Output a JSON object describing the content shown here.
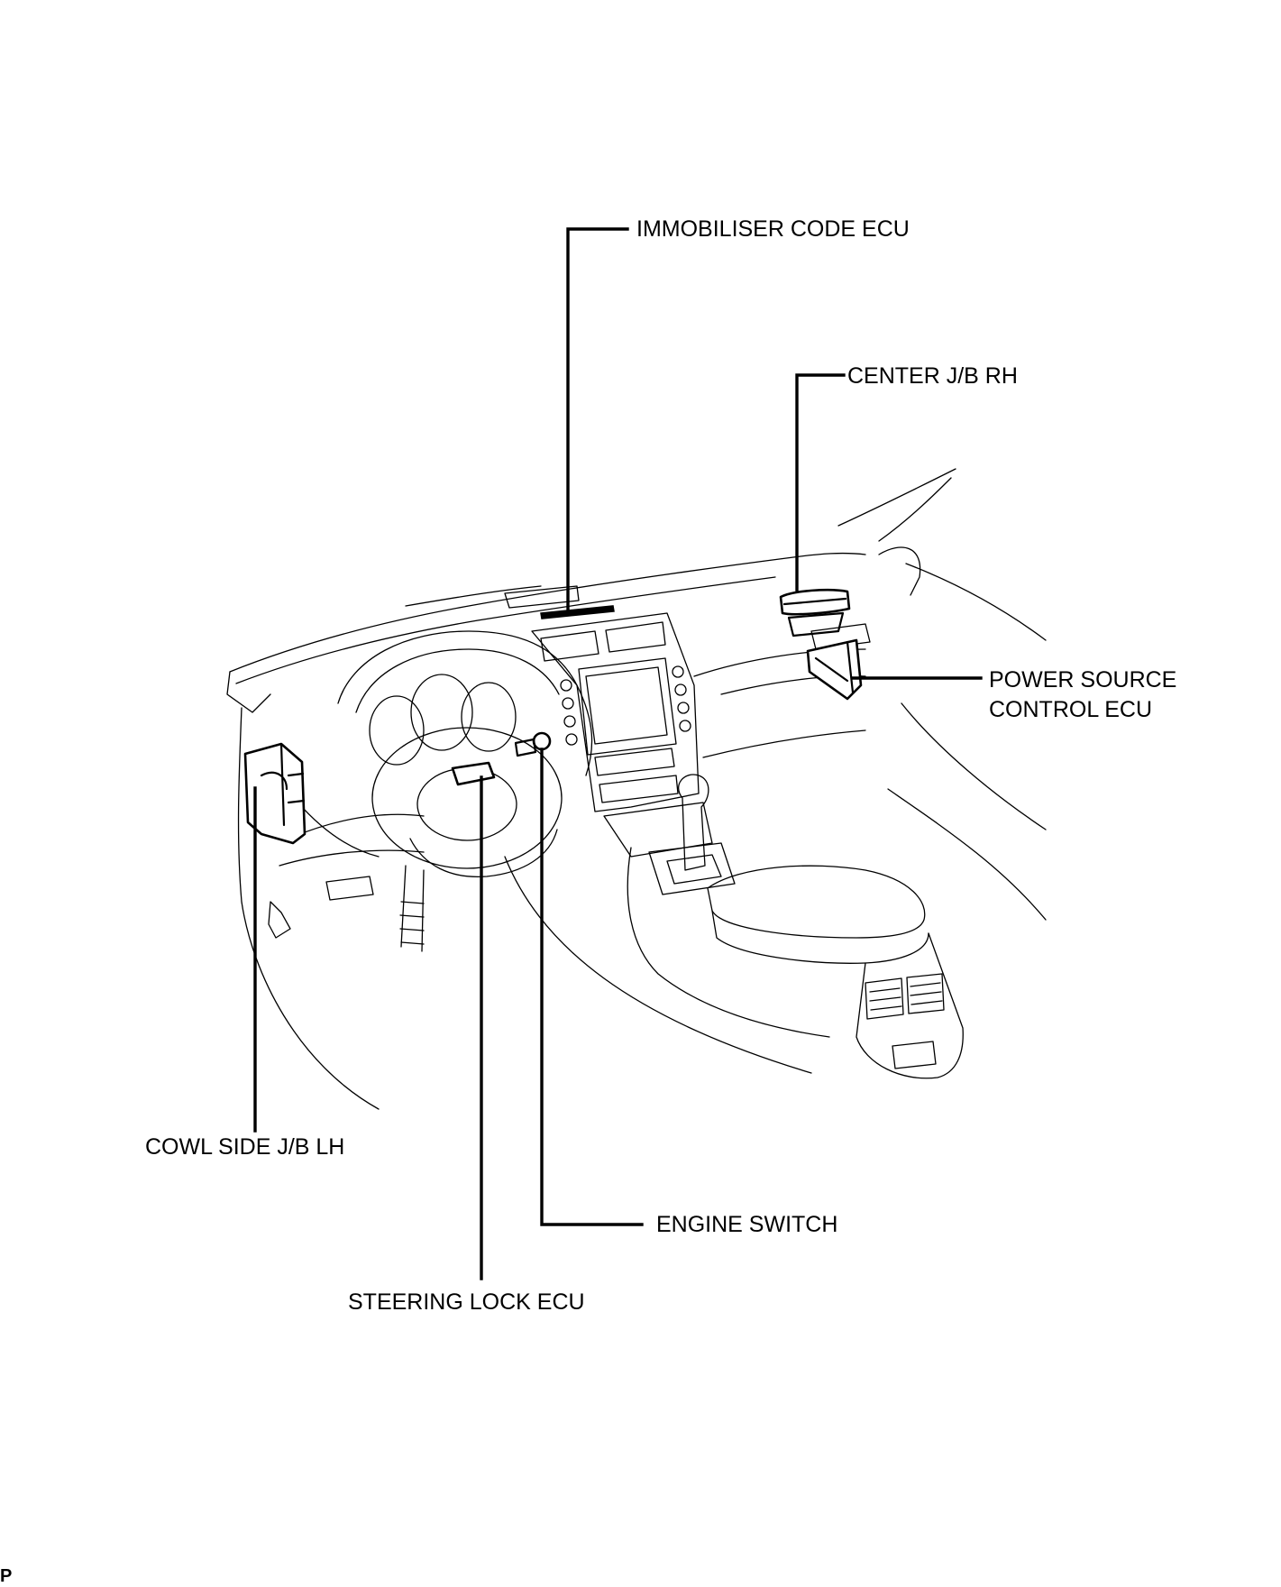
{
  "diagram": {
    "labels": {
      "immobiliser_code_ecu": "IMMOBILISER CODE ECU",
      "center_jb_rh": "CENTER J/B RH",
      "power_source_control_ecu_line1": "POWER SOURCE",
      "power_source_control_ecu_line2": "CONTROL ECU",
      "cowl_side_jb_lh": "COWL SIDE J/B LH",
      "engine_switch": "ENGINE SWITCH",
      "steering_lock_ecu": "STEERING LOCK ECU"
    },
    "footer_mark": "P"
  }
}
